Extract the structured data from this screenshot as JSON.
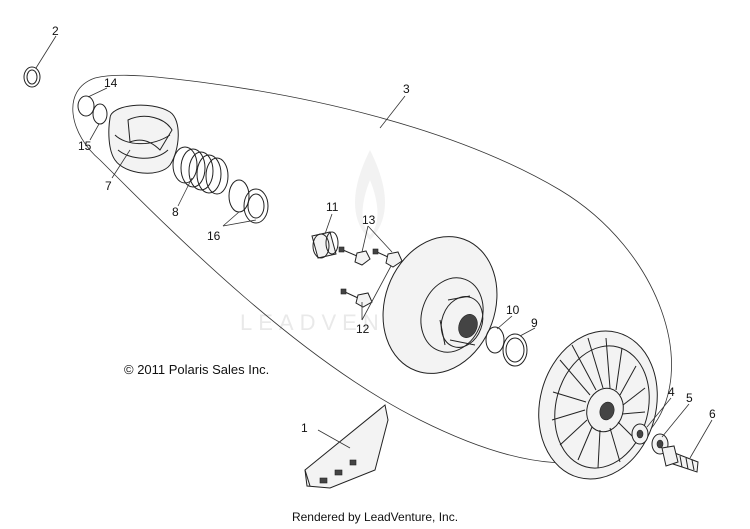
{
  "copyright": "© 2011 Polaris Sales Inc.",
  "footer": "Rendered by LeadVenture, Inc.",
  "watermark": "LEADVENTURE",
  "callouts": {
    "c1": "1",
    "c2": "2",
    "c3": "3",
    "c4": "4",
    "c5": "5",
    "c6": "6",
    "c7": "7",
    "c8": "8",
    "c9": "9",
    "c10": "10",
    "c11": "11",
    "c12": "12",
    "c13": "13",
    "c14": "14",
    "c15": "15",
    "c16": "16"
  }
}
